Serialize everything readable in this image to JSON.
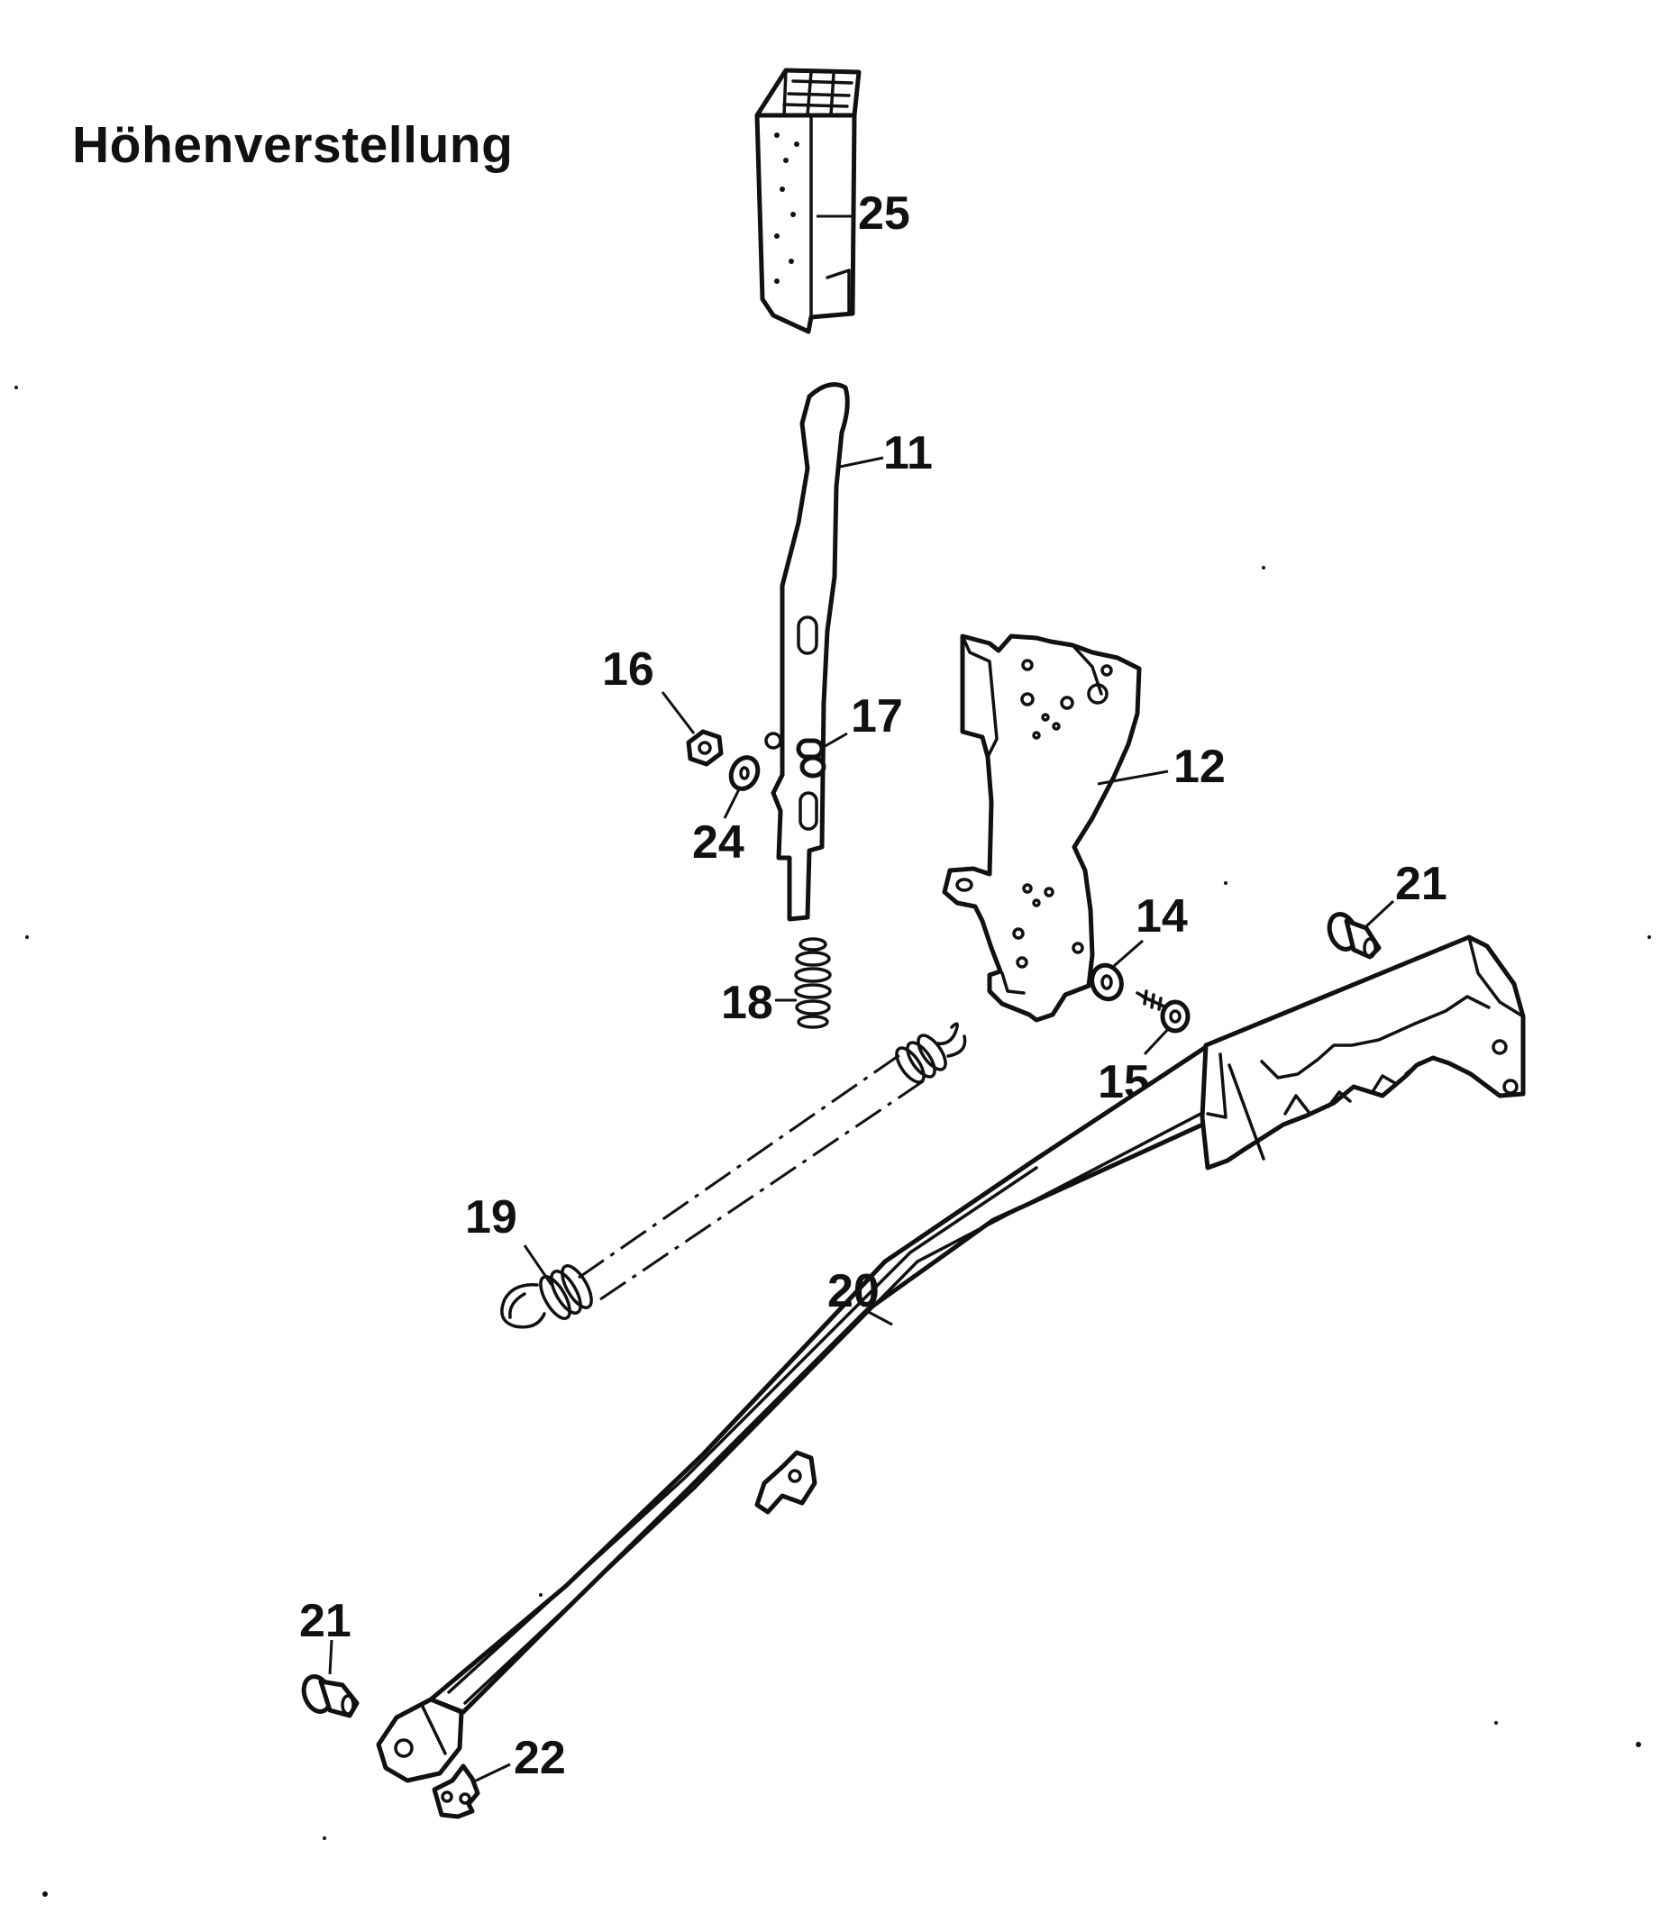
{
  "title": "Höhenverstellung",
  "callouts": {
    "p25": "25",
    "p11": "11",
    "p16": "16",
    "p17": "17",
    "p12": "12",
    "p24": "24",
    "p14": "14",
    "p21a": "21",
    "p18": "18",
    "p15": "15",
    "p19": "19",
    "p20": "20",
    "p21b": "21",
    "p22": "22"
  }
}
